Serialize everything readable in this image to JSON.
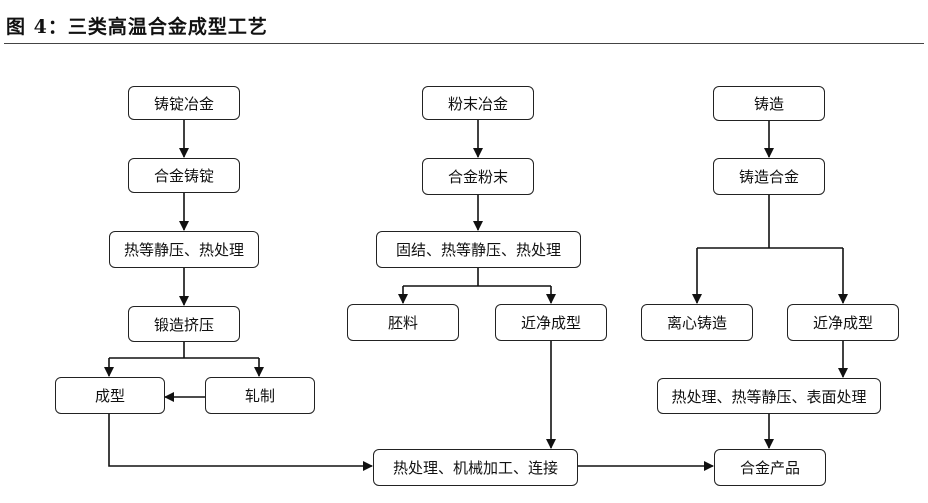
{
  "figure": {
    "title": "图 4：三类高温合金成型工艺"
  },
  "nodes": {
    "ingot_metallurgy": "铸锭冶金",
    "alloy_ingot": "合金铸锭",
    "hip_heat_treat_1": "热等静压、热处理",
    "forge_extrude": "锻造挤压",
    "forming": "成型",
    "rolling": "轧制",
    "powder_metallurgy": "粉末冶金",
    "alloy_powder": "合金粉末",
    "consolidation": "固结、热等静压、热处理",
    "billet": "胚料",
    "near_net_1": "近净成型",
    "casting": "铸造",
    "cast_alloy": "铸造合金",
    "centrifugal_casting": "离心铸造",
    "near_net_2": "近净成型",
    "heat_hip_surface": "热处理、热等静压、表面处理",
    "machining": "热处理、机械加工、连接",
    "alloy_product": "合金产品"
  }
}
